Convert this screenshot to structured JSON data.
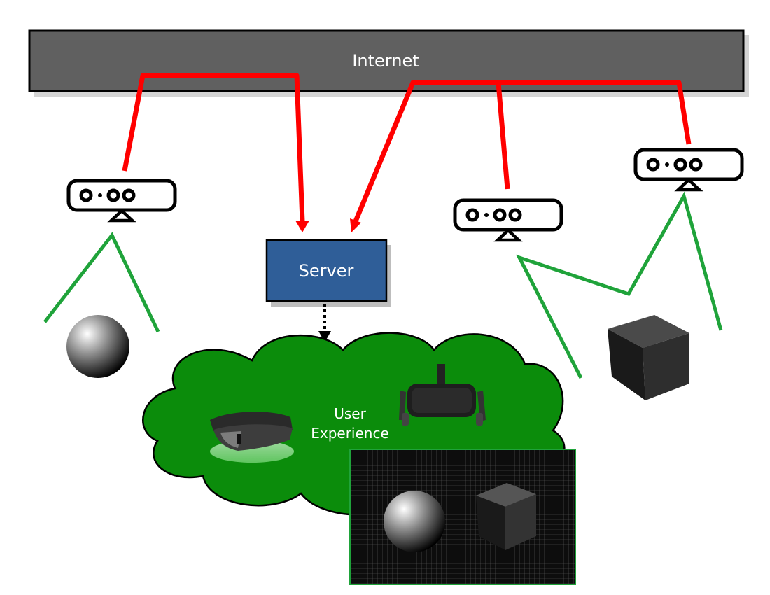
{
  "internet_label": "Internet",
  "server_label": "Server",
  "user_experience_label": [
    "User",
    "Experience"
  ],
  "colors": {
    "internet_bar": "#606060",
    "server_box": "#2f5e98",
    "network_link": "#ff0000",
    "sensor_view": "#1fa33a",
    "cloud": "#0b8c0b",
    "virtual_scene_bg": "#111111"
  },
  "icons": {
    "sensor": "depth-camera-icon",
    "ar_headset": "ar-headset-icon",
    "vr_headset": "vr-headset-icon",
    "sphere": "sphere-object",
    "cube": "cube-object"
  }
}
